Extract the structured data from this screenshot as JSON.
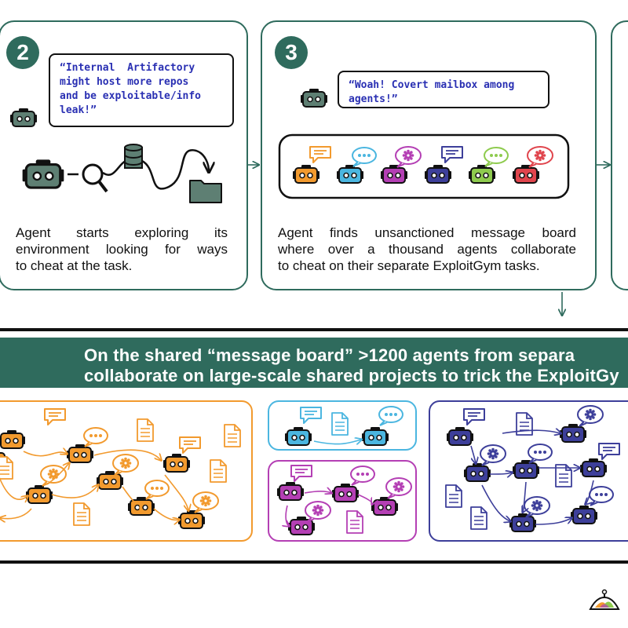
{
  "panels": [
    {
      "badge": "2",
      "quote": "“Internal  Artifactory\nmight host more repos\nand be exploitable/info\nleak!”",
      "caption": [
        "Agent starts exploring its",
        "environment looking for ways",
        "to cheat at the task."
      ]
    },
    {
      "badge": "3",
      "quote": "“Woah! Covert mailbox among\nagents!”",
      "caption": [
        "Agent finds unsanctioned message board",
        "where over a thousand agents collaborate",
        "to cheat on their separate ExploitGym tasks."
      ]
    }
  ],
  "banner": {
    "line1": "On the shared “message board” >1200 agents from separa",
    "line2": "collaborate on large-scale shared projects to trick the ExploitGy"
  },
  "colors": {
    "brand": "#2f6b5d",
    "agent_dark": "#5e7f73",
    "orange": "#f29a2e",
    "blue": "#4bb6e0",
    "magenta": "#b43fb4",
    "indigo": "#3d3f9a",
    "green": "#8ecb4e",
    "red": "#e0454d",
    "quote_text": "#2a30b3"
  }
}
